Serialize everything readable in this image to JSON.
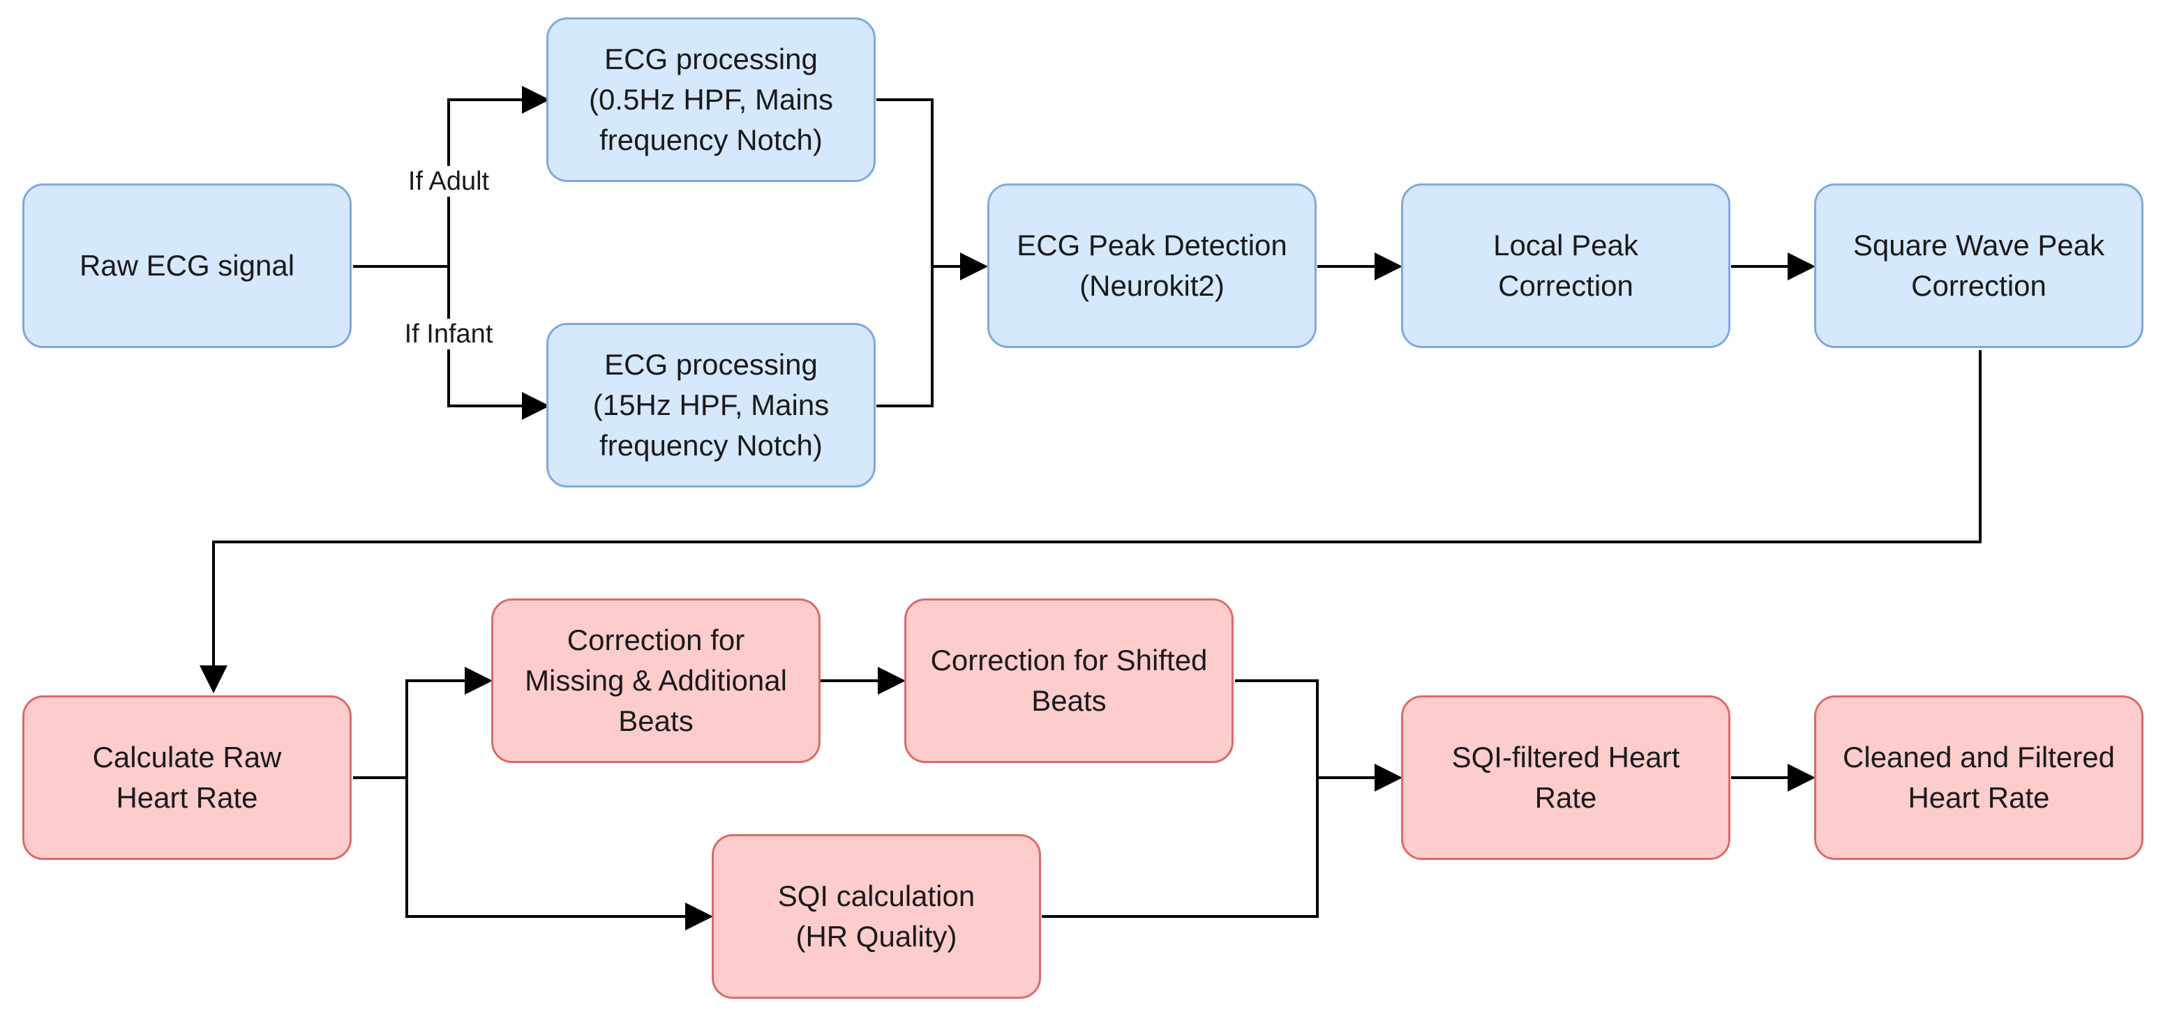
{
  "colors": {
    "blue_fill": "#d5e8fc",
    "blue_stroke": "#7fa9dc",
    "red_fill": "#fdcccc",
    "red_stroke": "#dc6a6a",
    "connector": "#000000"
  },
  "nodes": {
    "raw_ecg": "Raw ECG signal",
    "ecg_proc_adult": "ECG processing\n(0.5Hz HPF, Mains\nfrequency Notch)",
    "ecg_proc_infant": "ECG processing\n(15Hz HPF, Mains\nfrequency Notch)",
    "peak_detection": "ECG Peak Detection\n(Neurokit2)",
    "local_peak": "Local Peak\nCorrection",
    "square_wave": "Square Wave Peak\nCorrection",
    "calc_raw_hr": "Calculate Raw\nHeart Rate",
    "missing_beats": "Correction for\nMissing & Additional\nBeats",
    "shifted_beats": "Correction for Shifted\nBeats",
    "sqi_calc": "SQI calculation\n(HR Quality)",
    "sqi_filtered": "SQI-filtered Heart\nRate",
    "cleaned": "Cleaned and Filtered\nHeart Rate"
  },
  "edge_labels": {
    "adult": "If Adult",
    "infant": "If Infant"
  },
  "connections": [
    {
      "from": "raw_ecg",
      "to": "ecg_proc_adult",
      "label": "If Adult"
    },
    {
      "from": "raw_ecg",
      "to": "ecg_proc_infant",
      "label": "If Infant"
    },
    {
      "from": "ecg_proc_adult",
      "to": "peak_detection"
    },
    {
      "from": "ecg_proc_infant",
      "to": "peak_detection"
    },
    {
      "from": "peak_detection",
      "to": "local_peak"
    },
    {
      "from": "local_peak",
      "to": "square_wave"
    },
    {
      "from": "square_wave",
      "to": "calc_raw_hr"
    },
    {
      "from": "calc_raw_hr",
      "to": "missing_beats"
    },
    {
      "from": "calc_raw_hr",
      "to": "sqi_calc"
    },
    {
      "from": "missing_beats",
      "to": "shifted_beats"
    },
    {
      "from": "shifted_beats",
      "to": "sqi_filtered"
    },
    {
      "from": "sqi_calc",
      "to": "sqi_filtered"
    },
    {
      "from": "sqi_filtered",
      "to": "cleaned"
    }
  ]
}
